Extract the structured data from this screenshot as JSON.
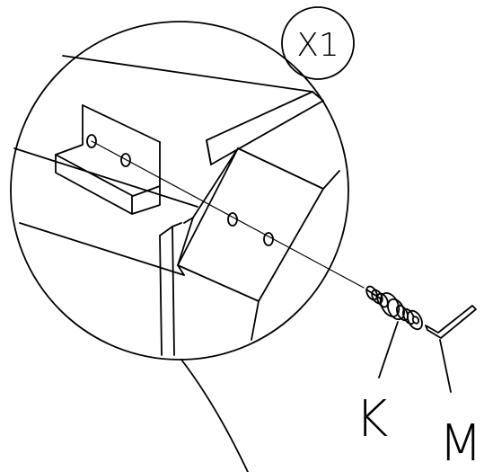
{
  "detail_view": {
    "quantity_badge": "X1"
  },
  "callouts": {
    "fastener": "K",
    "hex_key": "M"
  }
}
